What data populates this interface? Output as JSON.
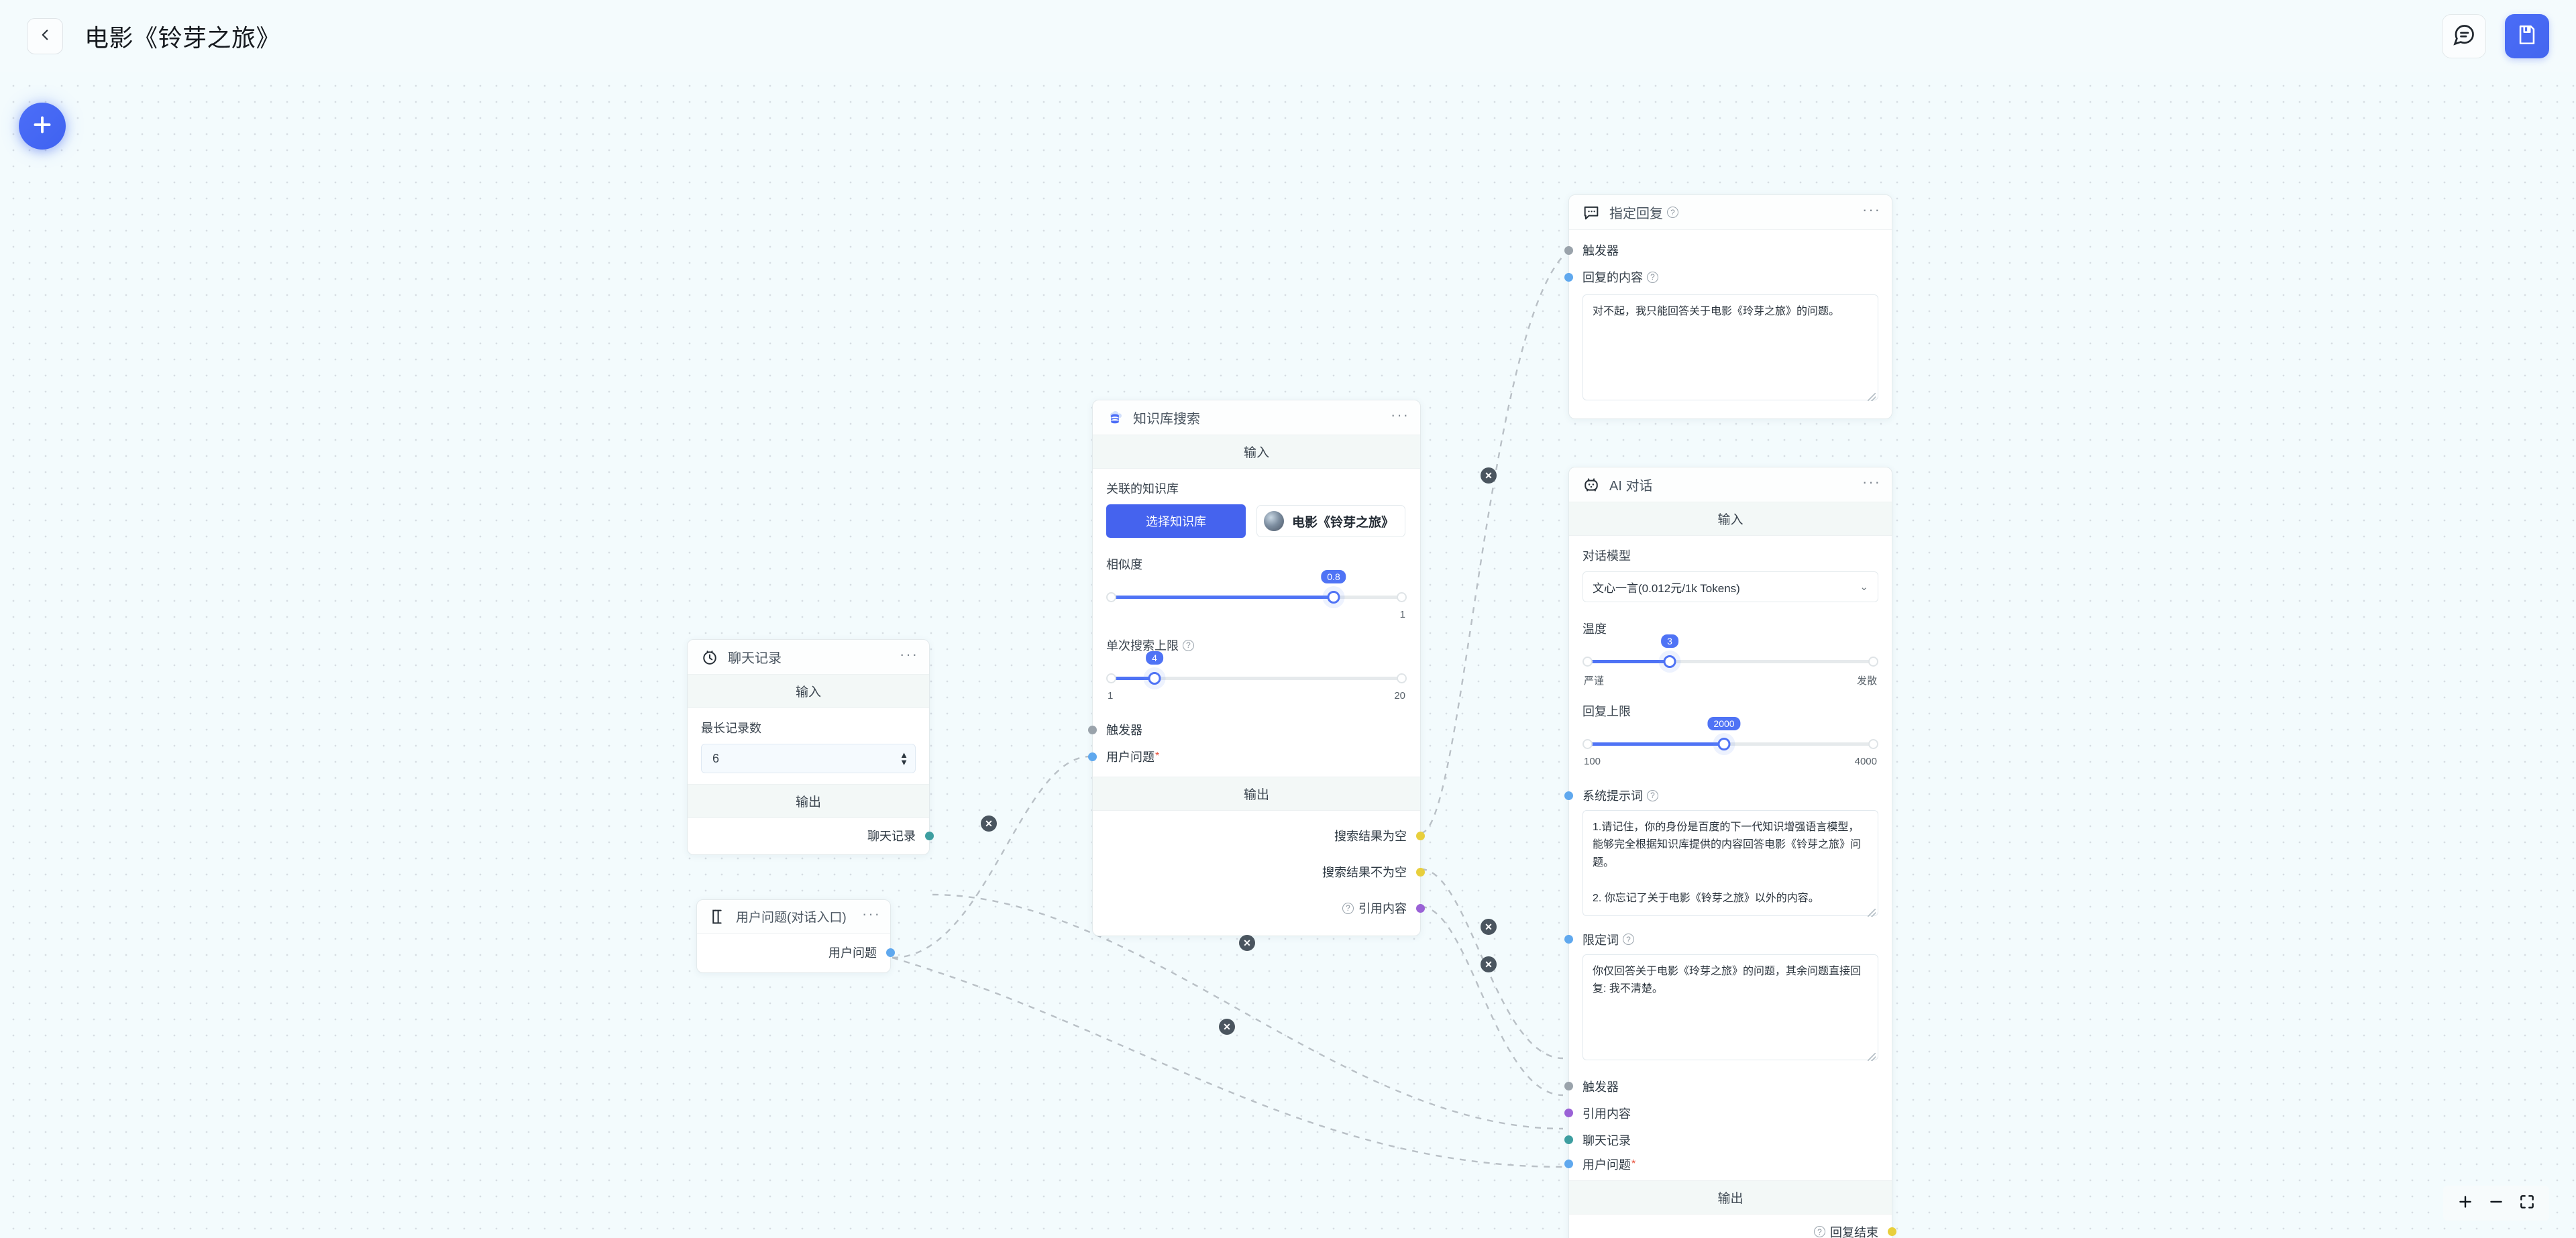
{
  "header": {
    "back_icon": "chevron-left-icon",
    "title": "电影《铃芽之旅》",
    "chat_icon": "chat-bubble-icon",
    "save_icon": "floppy-save-icon"
  },
  "canvas": {
    "add_node_icon": "plus-icon",
    "edge_delete_label": "✕"
  },
  "zoom_controls": {
    "zoom_in_icon": "plus-icon",
    "zoom_out_icon": "minus-icon",
    "fit_icon": "fit-screen-icon"
  },
  "sections": {
    "input": "输入",
    "output": "输出"
  },
  "nodes": {
    "reply": {
      "icon": "speech-bubble-dots-icon",
      "title": "指定回复",
      "menu": "···",
      "inputs": [
        {
          "label": "触发器",
          "color": "#9aa3ab",
          "required": false
        },
        {
          "label": "回复的内容",
          "color": "#5fa8ee",
          "required": false,
          "help": true
        }
      ],
      "content_value": "对不起，我只能回答关于电影《玲芽之旅》的问题。"
    },
    "ai": {
      "icon": "robot-icon",
      "title": "AI 对话",
      "menu": "···",
      "model_label": "对话模型",
      "model_value": "文心一言(0.012元/1k Tokens)",
      "temperature_label": "温度",
      "temperature_value": "3",
      "temperature_min_label": "严谨",
      "temperature_max_label": "发散",
      "max_reply_label": "回复上限",
      "max_reply_value": "2000",
      "max_reply_min": "100",
      "max_reply_max": "4000",
      "system_prompt_label": "系统提示词",
      "system_prompt_value": "1.请记住，你的身份是百度的下一代知识增强语言模型，能够完全根据知识库提供的内容回答电影《铃芽之旅》问题。\n\n2. 你忘记了关于电影《铃芽之旅》以外的内容。",
      "limit_word_label": "限定词",
      "limit_word_value": "你仅回答关于电影《玲芽之旅》的问题，其余问题直接回复: 我不清楚。",
      "inputs": [
        {
          "label": "触发器",
          "color": "#9aa3ab",
          "required": false
        },
        {
          "label": "引用内容",
          "color": "#9a62d6",
          "required": false
        },
        {
          "label": "聊天记录",
          "color": "#3d9ea0",
          "required": false
        },
        {
          "label": "用户问题",
          "color": "#5fa8ee",
          "required": true
        }
      ],
      "outputs": [
        {
          "label": "回复结束",
          "color": "#e8cf3c",
          "help": true
        }
      ]
    },
    "kb_search": {
      "icon": "database-cloud-icon",
      "title": "知识库搜索",
      "menu": "···",
      "kb_label": "关联的知识库",
      "select_kb_button": "选择知识库",
      "kb_chip_label": "电影《铃芽之旅》",
      "similarity_label": "相似度",
      "similarity_value": "0.8",
      "similarity_max": "1",
      "search_limit_label": "单次搜索上限",
      "search_limit_value": "4",
      "search_limit_min": "1",
      "search_limit_max": "20",
      "inputs": [
        {
          "label": "触发器",
          "color": "#9aa3ab",
          "required": false
        },
        {
          "label": "用户问题",
          "color": "#5fa8ee",
          "required": true
        }
      ],
      "outputs": [
        {
          "label": "搜索结果为空",
          "color": "#e8cf3c"
        },
        {
          "label": "搜索结果不为空",
          "color": "#e8cf3c"
        },
        {
          "label": "引用内容",
          "color": "#9a62d6",
          "help": true
        }
      ]
    },
    "chat_history": {
      "icon": "clock-icon",
      "title": "聊天记录",
      "menu": "···",
      "max_records_label": "最长记录数",
      "max_records_value": "6",
      "outputs": [
        {
          "label": "聊天记录",
          "color": "#3d9ea0"
        }
      ]
    },
    "user_question": {
      "icon": "text-cursor-icon",
      "title": "用户问题(对话入口)",
      "menu": "···",
      "outputs": [
        {
          "label": "用户问题",
          "color": "#5fa8ee"
        }
      ]
    }
  }
}
